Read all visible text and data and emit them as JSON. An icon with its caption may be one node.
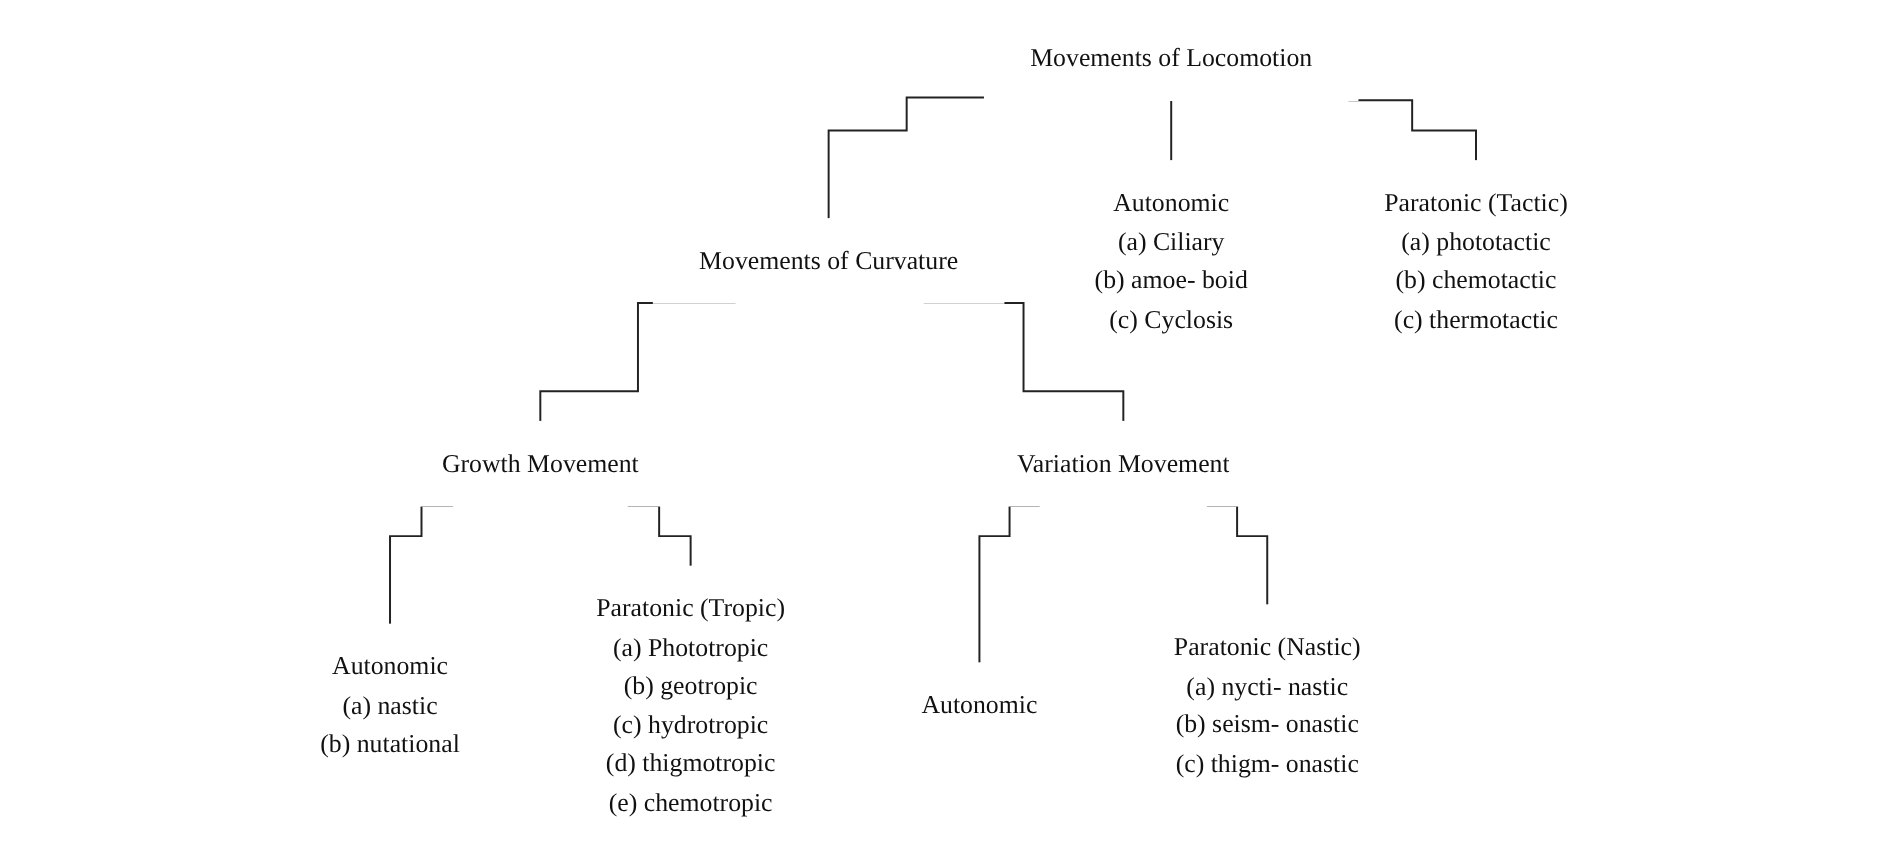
{
  "diagram": {
    "nodes": [
      {
        "text": [
          "Movements of Locomotion"
        ]
      },
      {
        "text": [
          "Movements of Curvature"
        ]
      },
      {
        "text": [
          "Growth Movement"
        ]
      },
      {
        "text": [
          "Variation Movement"
        ]
      },
      {
        "text": [
          "Autonomic",
          "(a) nastic",
          "(b) nutational"
        ]
      },
      {
        "text": [
          "Paratonic (Tropic)",
          "(a) Phototropic",
          "(b) geotropic",
          "(c) hydrotropic",
          "(d) thigmotropic",
          "(e) chemotropic"
        ]
      },
      {
        "text": [
          "Autonomic"
        ]
      },
      {
        "text": [
          "Paratonic (Nastic)",
          "(a) nycti- nastic",
          "(b) seism- onastic",
          "(c) thigm- onastic"
        ]
      },
      {
        "text": [
          "Autonomic",
          "(a) Ciliary",
          "(b) amoe- boid",
          "(c) Cyclosis"
        ]
      },
      {
        "text": [
          "Paratonic (Tactic)",
          "(a) phototactic",
          "(b) chemotactic",
          "(c) thermotactic"
        ]
      }
    ],
    "edges": [
      {
        "from": 0,
        "to": 1,
        "arrow": "none"
      },
      {
        "from": 0,
        "to": 8,
        "arrow": "none"
      },
      {
        "from": 0,
        "to": 9,
        "arrow": "none"
      },
      {
        "from": 1,
        "to": 2,
        "arrow": "none"
      },
      {
        "from": 1,
        "to": 3,
        "arrow": "none"
      },
      {
        "from": 2,
        "to": 4,
        "arrow": "none"
      },
      {
        "from": 2,
        "to": 5,
        "arrow": "none"
      },
      {
        "from": 3,
        "to": 6,
        "arrow": "none"
      },
      {
        "from": 3,
        "to": 7,
        "arrow": "none"
      }
    ]
  }
}
